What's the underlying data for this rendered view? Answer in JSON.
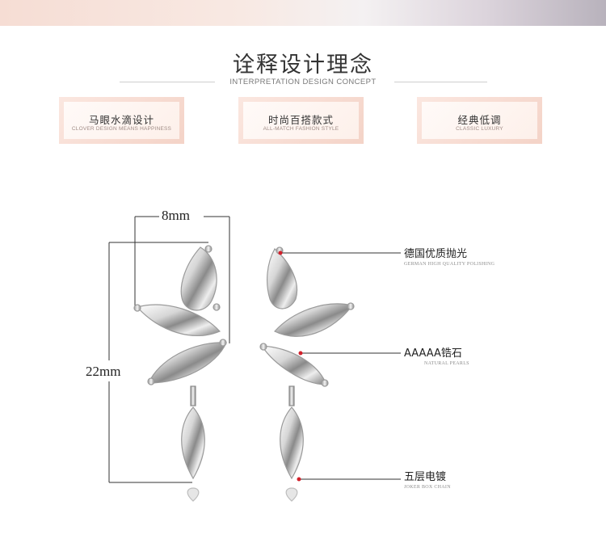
{
  "header": {
    "title": "诠释设计理念",
    "subtitle": "INTERPRETATION DESIGN CONCEPT"
  },
  "tags": [
    {
      "cn": "马眼水滴设计",
      "en": "CLOVER DESIGN MEANS HAPPINESS"
    },
    {
      "cn": "时尚百搭款式",
      "en": "ALL-MATCH FASHION STYLE"
    },
    {
      "cn": "经典低调",
      "en": "CLASSIC LUXURY"
    }
  ],
  "dimensions": {
    "width": "8mm",
    "height": "22mm"
  },
  "callouts": [
    {
      "cn": "德国优质抛光",
      "en": "GERMAN HIGH QUALITY POLISHING"
    },
    {
      "cn": "AAAAA锆石",
      "en": "NATURAL PEARLS"
    },
    {
      "cn": "五层电镀",
      "en": "JOKER BOX CHAIN"
    }
  ],
  "colors": {
    "accent_dot": "#d2202a",
    "line": "#333333",
    "tag_border": "#f4d3c7"
  }
}
